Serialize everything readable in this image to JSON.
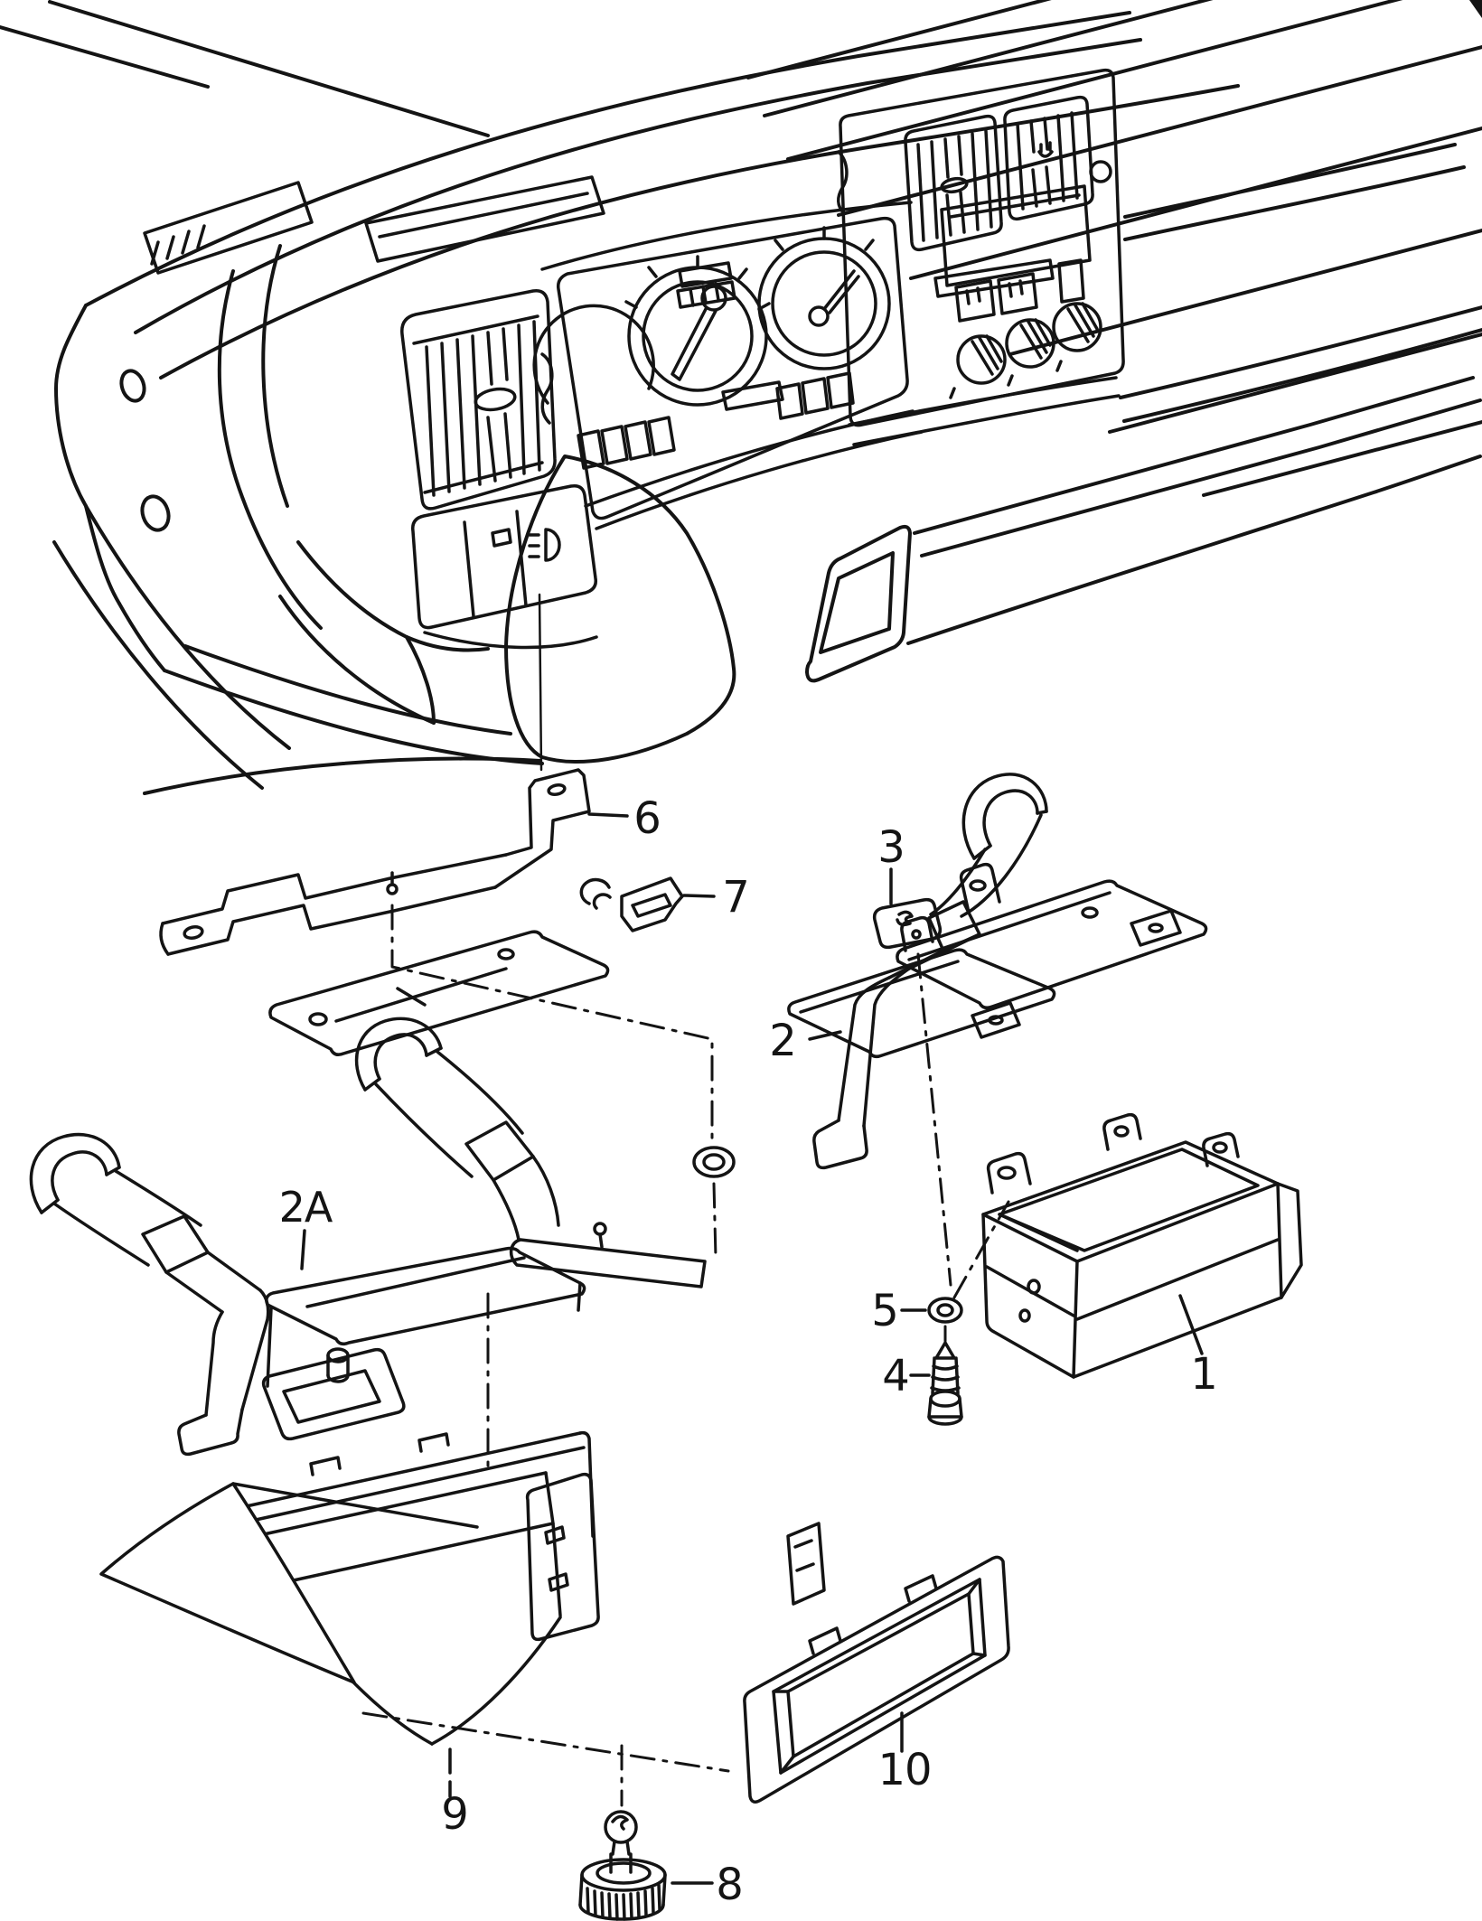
{
  "canvas": {
    "background": "#ffffff",
    "line_color": "#141414"
  },
  "diagram": {
    "type": "exploded-parts-diagram",
    "callouts": [
      {
        "id": "1",
        "label": "1"
      },
      {
        "id": "2",
        "label": "2"
      },
      {
        "id": "2A",
        "label": "2A"
      },
      {
        "id": "3",
        "label": "3"
      },
      {
        "id": "4",
        "label": "4"
      },
      {
        "id": "5",
        "label": "5"
      },
      {
        "id": "6",
        "label": "6"
      },
      {
        "id": "7",
        "label": "7"
      },
      {
        "id": "8",
        "label": "8"
      },
      {
        "id": "9",
        "label": "9"
      },
      {
        "id": "10",
        "label": "10"
      }
    ]
  }
}
